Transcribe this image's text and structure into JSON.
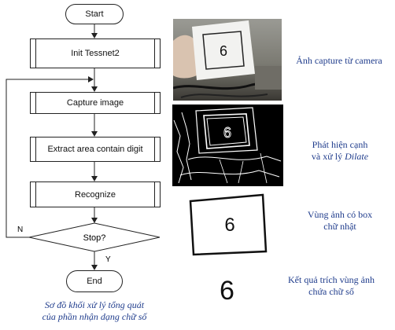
{
  "flowchart": {
    "start": "Start",
    "init": "Init Tessnet2",
    "capture": "Capture image",
    "extract": "Extract area contain digit",
    "recognize": "Recognize",
    "decision": "Stop?",
    "no_label": "N",
    "yes_label": "Y",
    "end": "End",
    "caption_line1": "Sơ đồ khối xử lý tổng quát",
    "caption_line2": "của phần nhận dạng chữ số"
  },
  "panels": {
    "capture_caption": "Ảnh capture từ camera",
    "edge_caption_line1": "Phát hiện cạnh",
    "edge_caption_line2_prefix": "và xử lý ",
    "edge_caption_line2_italic": "Dilate",
    "box_caption_line1": "Vùng ảnh có box",
    "box_caption_line2": "chữ nhật",
    "result_caption_line1": "Kết quả trích vùng ảnh",
    "result_caption_line2": "chứa chữ số",
    "digit": "6"
  },
  "colors": {
    "caption": "#1f3c8c",
    "stroke": "#222222"
  }
}
